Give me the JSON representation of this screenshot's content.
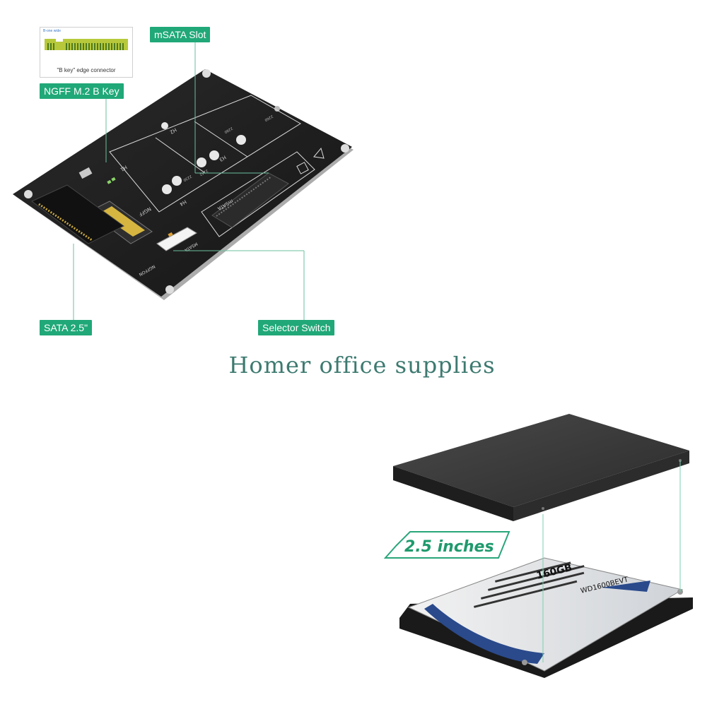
{
  "callouts": {
    "msata_slot": "mSATA  Slot",
    "ngff": "NGFF M.2 B Key",
    "sata": "SATA  2.5\"",
    "selector": "Selector Switch"
  },
  "inset": {
    "caption": "\"B key\" edge connector",
    "small_label": "B-one wide"
  },
  "board_labels": {
    "h1": "H1",
    "h2": "H2",
    "h3": "H3",
    "h4": "H4",
    "ngff": "NGFF",
    "msata": "mSATA",
    "msata_sw": "MSATA",
    "ngff_sw": "NGFFON",
    "s2260": "2260",
    "s2280": "2280",
    "s2242": "2242",
    "s2230": "2230"
  },
  "watermark": "Homer office supplies",
  "size_badge": "2.5 inches",
  "hdd_label": {
    "capacity": "160GB",
    "model": "WD1600BEVT"
  },
  "colors": {
    "accent": "#20a878",
    "board": "#1e1e1e",
    "watermark": "#3d7a70"
  }
}
